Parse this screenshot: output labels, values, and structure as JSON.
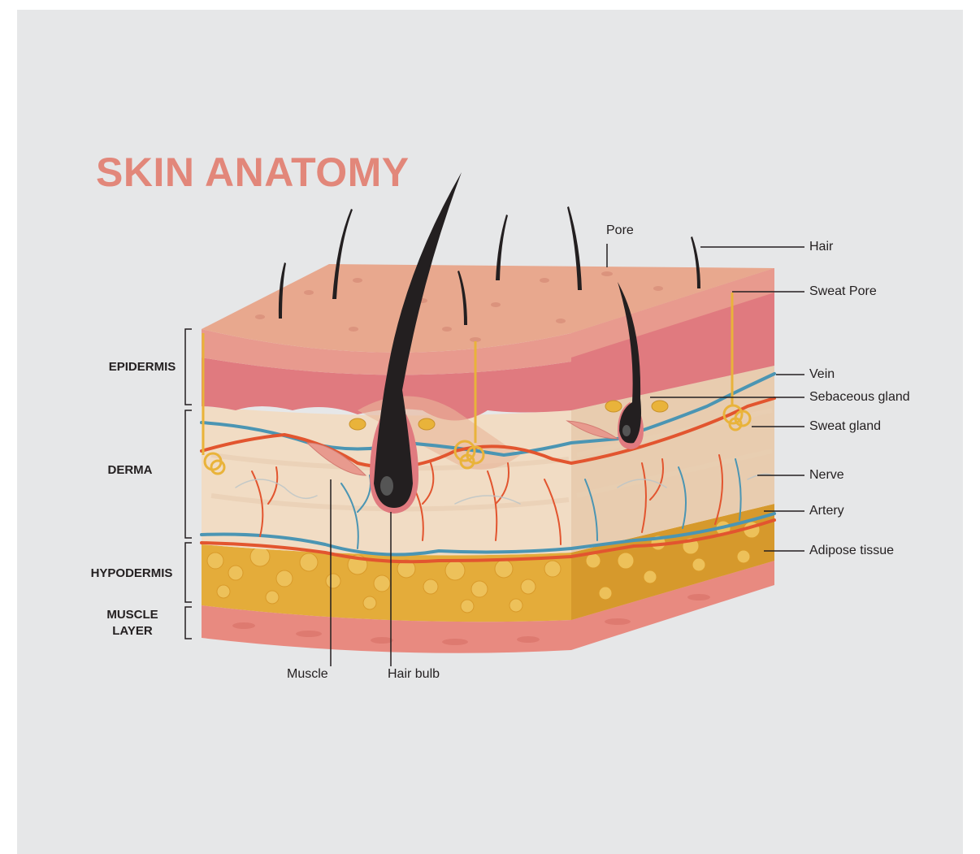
{
  "title": "SKIN ANATOMY",
  "layers": {
    "epidermis": "EPIDERMIS",
    "derma": "DERMA",
    "hypodermis": "HYPODERMIS",
    "muscle_layer_line1": "MUSCLE",
    "muscle_layer_line2": "LAYER"
  },
  "parts": {
    "pore": "Pore",
    "hair": "Hair",
    "sweat_pore": "Sweat Pore",
    "vein": "Vein",
    "sebaceous_gland": "Sebaceous gland",
    "sweat_gland": "Sweat gland",
    "nerve": "Nerve",
    "artery": "Artery",
    "adipose_tissue": "Adipose tissue",
    "muscle": "Muscle",
    "hair_bulb": "Hair bulb"
  },
  "colors": {
    "background": "#e6e7e8",
    "title": "#e2877a",
    "skin_surface": "#e8a88e",
    "epidermis": "#e07a7f",
    "dermis": "#f1dcc4",
    "adipose": "#e4ac3a",
    "muscle": "#e88a80",
    "vein": "#4b95b3",
    "artery": "#e2552f",
    "hair": "#231f20",
    "text": "#231f20"
  }
}
